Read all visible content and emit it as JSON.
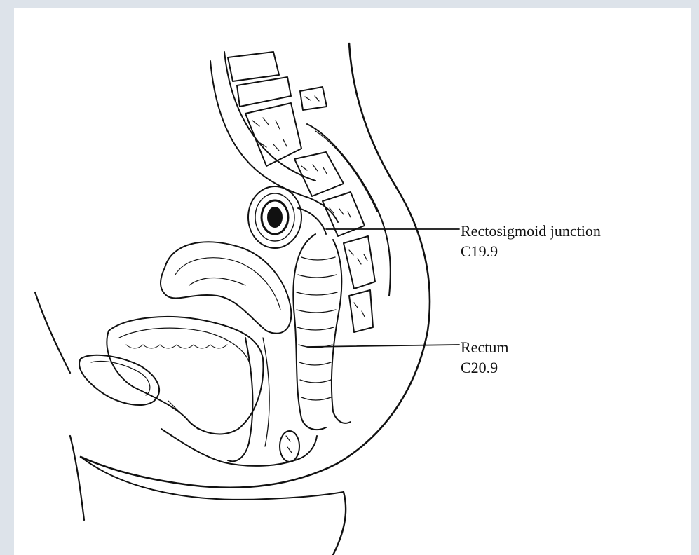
{
  "labels": {
    "rectosigmoid": {
      "name": "Rectosigmoid junction",
      "code": "C19.9"
    },
    "rectum": {
      "name": "Rectum",
      "code": "C20.9"
    }
  },
  "colors": {
    "background": "#dde3ea",
    "panel": "#ffffff",
    "ink": "#111111"
  }
}
